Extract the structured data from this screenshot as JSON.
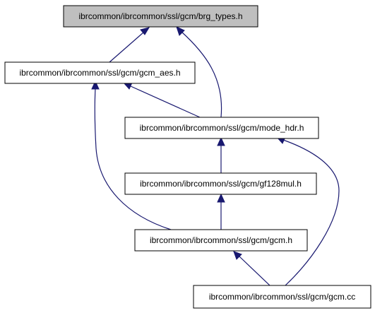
{
  "nodes": [
    {
      "id": "brg_types",
      "label": "ibrcommon/ibrcommon/ssl/gcm/brg_types.h",
      "highlighted": true
    },
    {
      "id": "gcm_aes",
      "label": "ibrcommon/ibrcommon/ssl/gcm/gcm_aes.h",
      "highlighted": false
    },
    {
      "id": "mode_hdr",
      "label": "ibrcommon/ibrcommon/ssl/gcm/mode_hdr.h",
      "highlighted": false
    },
    {
      "id": "gf128mul",
      "label": "ibrcommon/ibrcommon/ssl/gcm/gf128mul.h",
      "highlighted": false
    },
    {
      "id": "gcm_h",
      "label": "ibrcommon/ibrcommon/ssl/gcm/gcm.h",
      "highlighted": false
    },
    {
      "id": "gcm_cc",
      "label": "ibrcommon/ibrcommon/ssl/gcm/gcm.cc",
      "highlighted": false
    }
  ],
  "edges": [
    {
      "from": "gcm_aes",
      "to": "brg_types"
    },
    {
      "from": "mode_hdr",
      "to": "brg_types"
    },
    {
      "from": "mode_hdr",
      "to": "gcm_aes"
    },
    {
      "from": "gcm_h",
      "to": "gcm_aes"
    },
    {
      "from": "gf128mul",
      "to": "mode_hdr"
    },
    {
      "from": "gcm_cc",
      "to": "mode_hdr"
    },
    {
      "from": "gcm_h",
      "to": "gf128mul"
    },
    {
      "from": "gcm_cc",
      "to": "gcm_h"
    }
  ],
  "colors": {
    "highlighted_fill": "#bfbfbf",
    "node_fill": "#ffffff",
    "node_border": "#000000",
    "edge": "#191970"
  }
}
